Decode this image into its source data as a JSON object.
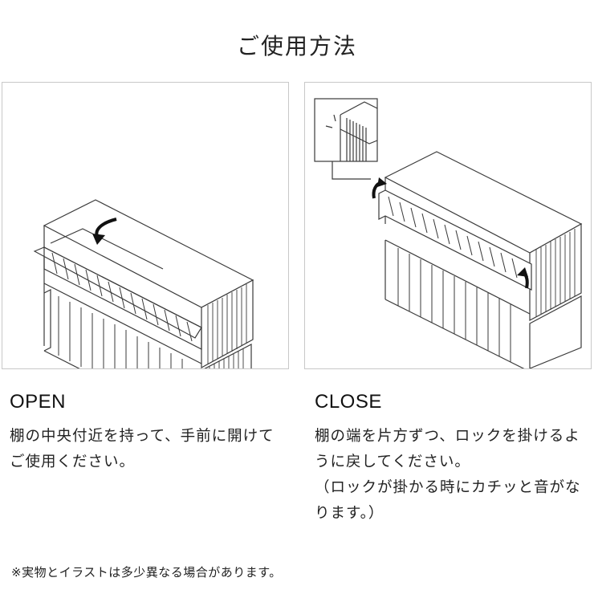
{
  "page": {
    "title": "ご使用方法",
    "footnote": "※実物とイラストは多少異なる場合があります。"
  },
  "open": {
    "heading": "OPEN",
    "description": "棚の中央付近を持って、手前に開けてご使用ください。"
  },
  "close": {
    "heading": "CLOSE",
    "description": "棚の端を片方ずつ、ロックを掛けるように戻してください。\n（ロックが掛かる時にカチッと音がなります。）"
  },
  "illustrations": {
    "open_icon": "shelf-open-arrow-icon",
    "close_icon": "shelf-close-arrow-icon",
    "line_color": "#3a3a3a"
  }
}
